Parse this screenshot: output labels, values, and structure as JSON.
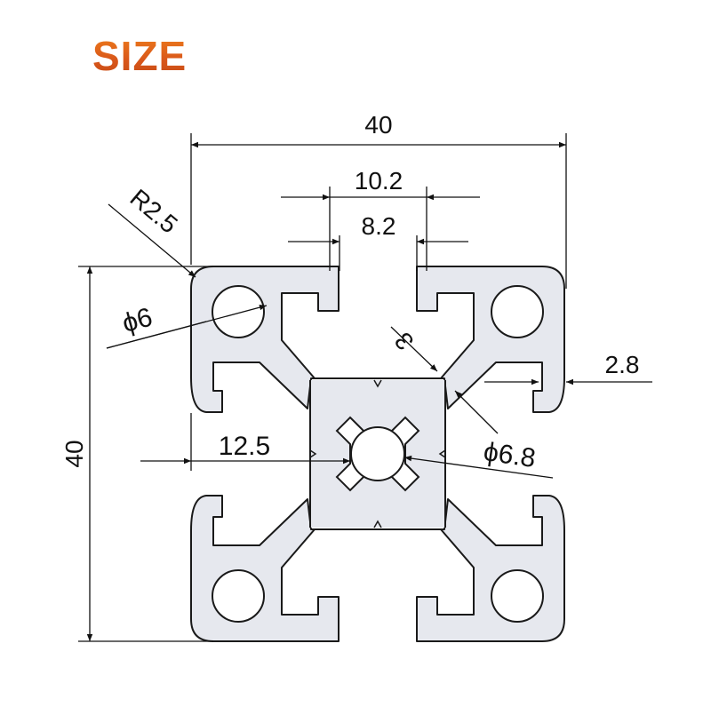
{
  "title": "SIZE",
  "dimensions": {
    "overall_width": "40",
    "overall_height": "40",
    "slot_outer_width": "10.2",
    "slot_opening": "8.2",
    "corner_radius": "R2.5",
    "corner_hole": "ϕ6",
    "wall_thickness": "3",
    "slot_lip": "2.8",
    "slot_center_offset": "12.5",
    "center_bore": "ϕ6.8"
  },
  "colors": {
    "profile_fill": "#e6e8ee",
    "profile_stroke": "#1a1a1a",
    "title_start": "#f0801c",
    "title_end": "#c44a14"
  }
}
